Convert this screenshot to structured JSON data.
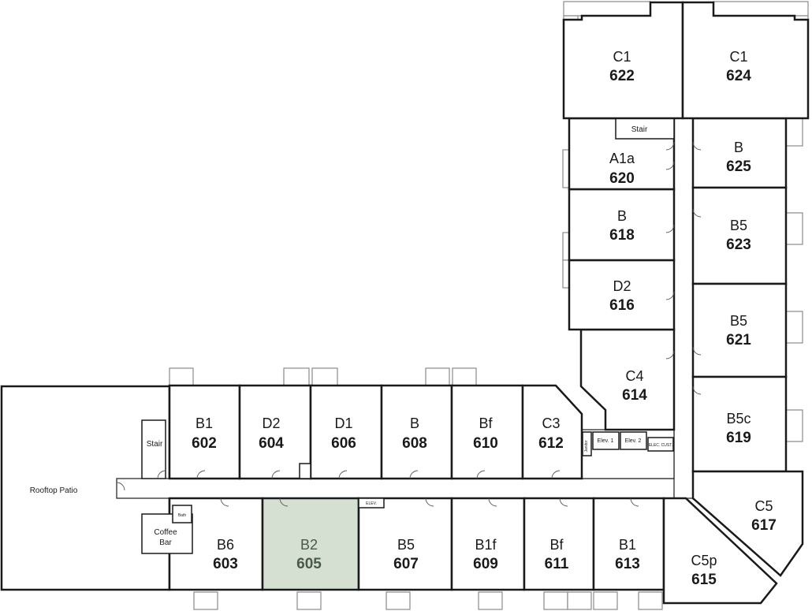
{
  "rooms": {
    "r602": {
      "type": "B1",
      "number": "602"
    },
    "r604": {
      "type": "D2",
      "number": "604"
    },
    "r606": {
      "type": "D1",
      "number": "606"
    },
    "r608": {
      "type": "B",
      "number": "608"
    },
    "r610": {
      "type": "Bf",
      "number": "610"
    },
    "r612": {
      "type": "C3",
      "number": "612"
    },
    "r614": {
      "type": "C4",
      "number": "614"
    },
    "r616": {
      "type": "D2",
      "number": "616"
    },
    "r618": {
      "type": "B",
      "number": "618"
    },
    "r620": {
      "type": "A1a",
      "number": "620"
    },
    "r622": {
      "type": "C1",
      "number": "622"
    },
    "r624": {
      "type": "C1",
      "number": "624"
    },
    "r625": {
      "type": "B",
      "number": "625"
    },
    "r623": {
      "type": "B5",
      "number": "623"
    },
    "r621": {
      "type": "B5",
      "number": "621"
    },
    "r619": {
      "type": "B5c",
      "number": "619"
    },
    "r617": {
      "type": "C5",
      "number": "617"
    },
    "r615": {
      "type": "C5p",
      "number": "615"
    },
    "r613": {
      "type": "B1",
      "number": "613"
    },
    "r611": {
      "type": "Bf",
      "number": "611"
    },
    "r609": {
      "type": "B1f",
      "number": "609"
    },
    "r607": {
      "type": "B5",
      "number": "607"
    },
    "r605": {
      "type": "B2",
      "number": "605"
    },
    "r603": {
      "type": "B6",
      "number": "603"
    }
  },
  "labels": {
    "rooftop_patio": "Rooftop Patio",
    "stair_west": "Stair",
    "stair_north": "Stair",
    "coffee_bar_1": "Coffee",
    "coffee_bar_2": "Bar",
    "bath": "Bath",
    "elev": "ELEV.",
    "elev_1": "Elev. 1",
    "elev_2": "Elev. 2",
    "elec_cust": "ELEC. CUST.",
    "janitor": "Janitor"
  },
  "highlight_color": "#d5e0d3"
}
